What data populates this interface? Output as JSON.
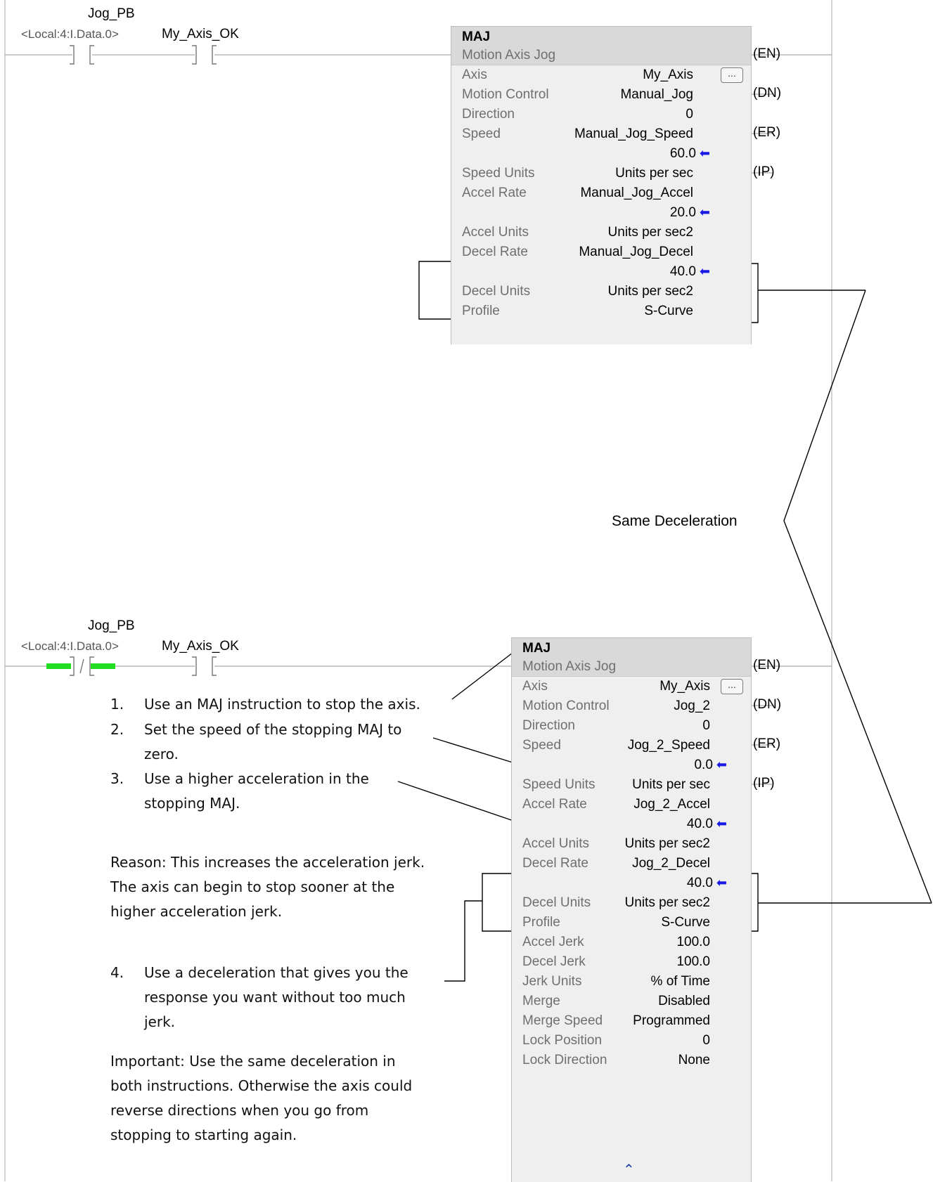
{
  "rung1": {
    "contact1_tag": "Jog_PB",
    "contact1_address": "<Local:4:I.Data.0>",
    "contact2_tag": "My_Axis_OK",
    "instruction": {
      "mnemonic": "MAJ",
      "name": "Motion Axis Jog",
      "ellipsis_label": "...",
      "params": [
        {
          "label": "Axis",
          "value": "My_Axis"
        },
        {
          "label": "Motion Control",
          "value": "Manual_Jog"
        },
        {
          "label": "Direction",
          "value": "0"
        },
        {
          "label": "Speed",
          "value": "Manual_Jog_Speed"
        },
        {
          "label": "",
          "value": "60.0"
        },
        {
          "label": "Speed Units",
          "value": "Units per sec"
        },
        {
          "label": "Accel Rate",
          "value": "Manual_Jog_Accel"
        },
        {
          "label": "",
          "value": "20.0"
        },
        {
          "label": "Accel Units",
          "value": "Units per sec2"
        },
        {
          "label": "Decel Rate",
          "value": "Manual_Jog_Decel"
        },
        {
          "label": "",
          "value": "40.0"
        },
        {
          "label": "Decel Units",
          "value": "Units per sec2"
        },
        {
          "label": "Profile",
          "value": "S-Curve"
        }
      ],
      "outputs": [
        "EN",
        "DN",
        "ER",
        "IP"
      ]
    }
  },
  "annotation_same_decel": "Same Deceleration",
  "rung2": {
    "contact1_tag": "Jog_PB",
    "contact1_address": "<Local:4:I.Data.0>",
    "contact1_symbol": "/",
    "contact2_tag": "My_Axis_OK",
    "instruction": {
      "mnemonic": "MAJ",
      "name": "Motion Axis Jog",
      "ellipsis_label": "...",
      "params": [
        {
          "label": "Axis",
          "value": "My_Axis"
        },
        {
          "label": "Motion Control",
          "value": "Jog_2"
        },
        {
          "label": "Direction",
          "value": "0"
        },
        {
          "label": "Speed",
          "value": "Jog_2_Speed"
        },
        {
          "label": "",
          "value": "0.0"
        },
        {
          "label": "Speed Units",
          "value": "Units per sec"
        },
        {
          "label": "Accel Rate",
          "value": "Jog_2_Accel"
        },
        {
          "label": "",
          "value": "40.0"
        },
        {
          "label": "Accel Units",
          "value": "Units per sec2"
        },
        {
          "label": "Decel Rate",
          "value": "Jog_2_Decel"
        },
        {
          "label": "",
          "value": "40.0"
        },
        {
          "label": "Decel Units",
          "value": "Units per sec2"
        },
        {
          "label": "Profile",
          "value": "S-Curve"
        },
        {
          "label": "Accel Jerk",
          "value": "100.0"
        },
        {
          "label": "Decel Jerk",
          "value": "100.0"
        },
        {
          "label": "Jerk Units",
          "value": "% of Time"
        },
        {
          "label": "Merge",
          "value": "Disabled"
        },
        {
          "label": "Merge Speed",
          "value": "Programmed"
        },
        {
          "label": "Lock Position",
          "value": "0"
        },
        {
          "label": "Lock Direction",
          "value": "None"
        }
      ],
      "outputs": [
        "EN",
        "DN",
        "ER",
        "IP"
      ],
      "collapse_icon": "double-chevron-up-icon"
    }
  },
  "notes": {
    "step1_num": "1.",
    "step1": "Use an MAJ instruction to stop the axis.",
    "step2_num": "2.",
    "step2_line1": "Set the speed of the stopping MAJ to",
    "step2_line2": "zero.",
    "step3_num": "3.",
    "step3_line1": "Use a higher acceleration in the",
    "step3_line2": "stopping MAJ.",
    "reason_line1": "Reason: This increases the acceleration jerk.",
    "reason_line2": "The axis can begin to stop sooner at the",
    "reason_line3": "higher acceleration jerk.",
    "step4_num": "4.",
    "step4_line1": "Use a deceleration that gives you the",
    "step4_line2": "response you want without too much",
    "step4_line3": "jerk.",
    "important_line1": "Important: Use the same deceleration in",
    "important_line2": "both instructions. Otherwise the axis could",
    "important_line3": "reverse directions when you go from",
    "important_line4": "stopping to starting again."
  },
  "colors": {
    "energized": "#22dd22",
    "arrow": "#1919e6",
    "block_fill": "#efefef",
    "header_fill": "#d9d9d9"
  }
}
